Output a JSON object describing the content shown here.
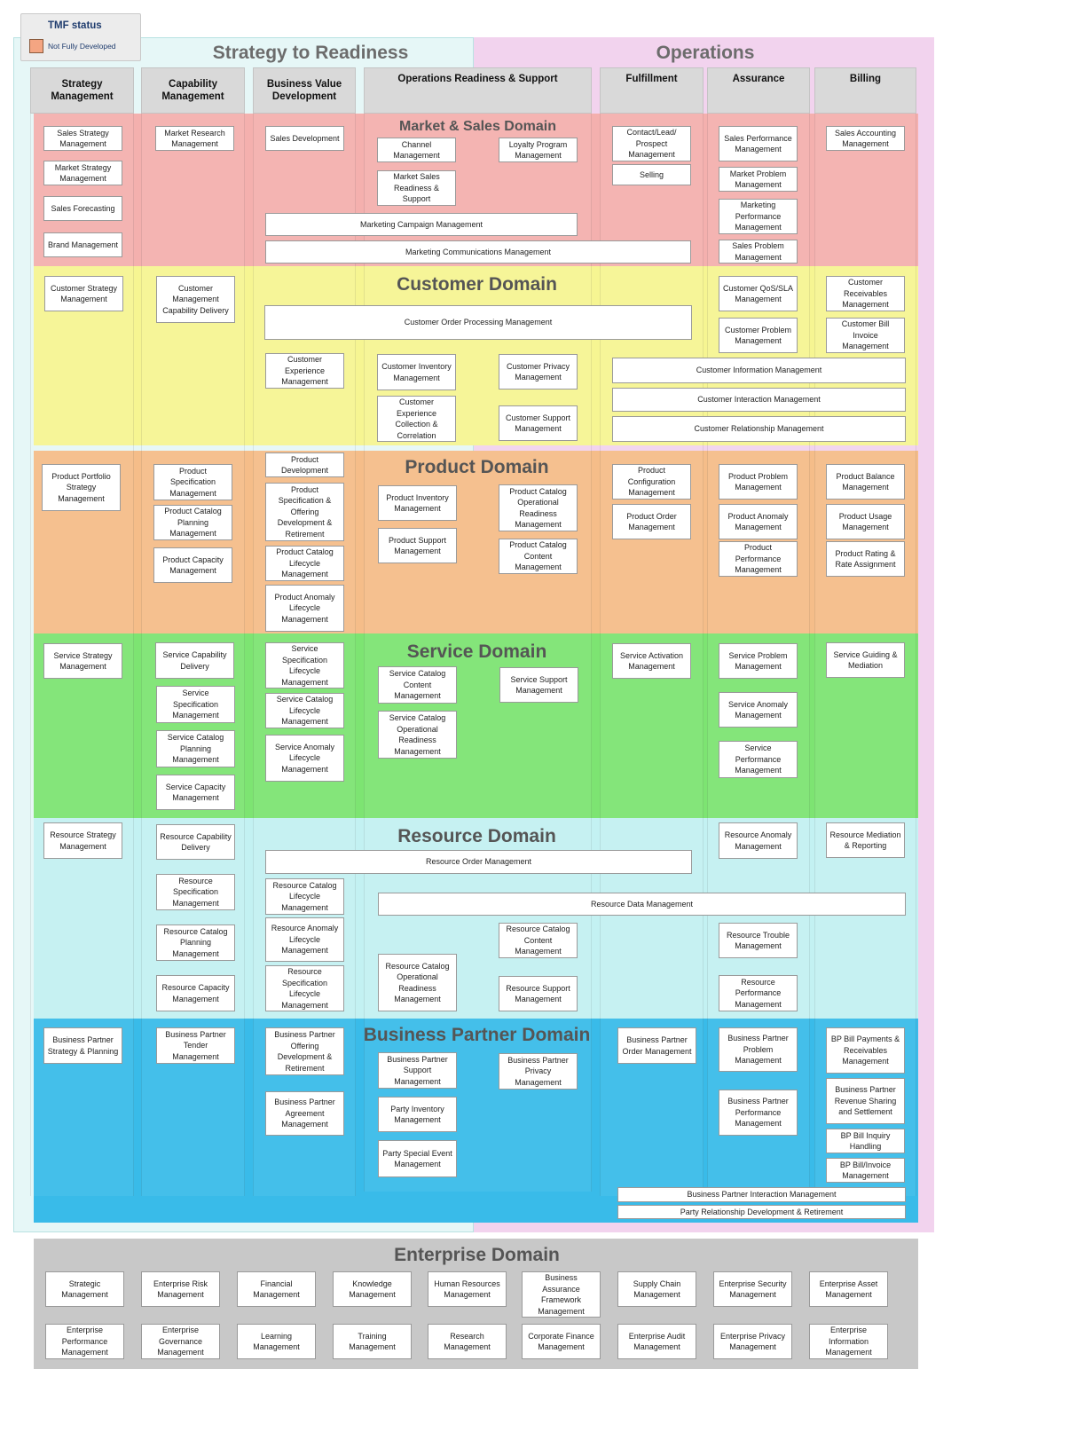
{
  "legend": {
    "title": "TMF status",
    "status_label": "Not Fully Developed",
    "status_color": "#f4a582"
  },
  "sections": {
    "strategy": "Strategy to Readiness",
    "operations": "Operations"
  },
  "columns": [
    {
      "id": "sm",
      "label": "Strategy Management"
    },
    {
      "id": "cm",
      "label": "Capability Management"
    },
    {
      "id": "bvd",
      "label": "Business Value Development"
    },
    {
      "id": "ors",
      "label": "Operations Readiness & Support"
    },
    {
      "id": "ful",
      "label": "Fulfillment"
    },
    {
      "id": "ass",
      "label": "Assurance"
    },
    {
      "id": "bil",
      "label": "Billing"
    }
  ],
  "domains": [
    {
      "id": "market",
      "title": "Market & Sales Domain",
      "color": "#f4b0ae"
    },
    {
      "id": "customer",
      "title": "Customer Domain",
      "color": "#f6f592"
    },
    {
      "id": "product",
      "title": "Product Domain",
      "color": "#f5bd89"
    },
    {
      "id": "service",
      "title": "Service Domain",
      "color": "#7de472"
    },
    {
      "id": "resource",
      "title": "Resource Domain",
      "color": "#c3f1f2"
    },
    {
      "id": "bp",
      "title": "Business Partner Domain",
      "color": "#39bbe9"
    }
  ],
  "boxes": {
    "market": [
      "Sales Strategy Management",
      "Market Strategy Management",
      "Sales Forecasting",
      "Brand Management",
      "Market Research Management",
      "Sales Development",
      "Channel Management",
      "Market Sales Readiness & Support",
      "Loyalty Program Management",
      "Marketing Campaign Management",
      "Marketing Communications Management",
      "Contact/Lead/ Prospect Management",
      "Selling",
      "Sales Performance Management",
      "Market Problem Management",
      "Marketing Performance Management",
      "Sales Problem Management",
      "Sales Accounting Management"
    ],
    "customer": [
      "Customer Strategy Management",
      "Customer Management Capability Delivery",
      "Customer Order Processing Management",
      "Customer Experience Management",
      "Customer Inventory Management",
      "Customer Experience Collection & Correlation",
      "Customer Privacy Management",
      "Customer Support Management",
      "Customer QoS/SLA Management",
      "Customer Problem Management",
      "Customer Receivables Management",
      "Customer Bill Invoice Management",
      "Customer Information Management",
      "Customer Interaction Management",
      "Customer Relationship Management"
    ],
    "product": [
      "Product Portfolio Strategy Management",
      "Product Specification Management",
      "Product Catalog Planning Management",
      "Product Capacity Management",
      "Product Development",
      "Product Specification & Offering Development & Retirement",
      "Product Catalog Lifecycle Management",
      "Product Anomaly Lifecycle Management",
      "Product Inventory Management",
      "Product Support Management",
      "Product Catalog Operational Readiness Management",
      "Product Catalog Content Management",
      "Product Configuration Management",
      "Product Order Management",
      "Product Problem Management",
      "Product Anomaly Management",
      "Product Performance Management",
      "Product Balance Management",
      "Product Usage Management",
      "Product Rating & Rate Assignment"
    ],
    "service": [
      "Service Strategy Management",
      "Service Capability Delivery",
      "Service Specification Management",
      "Service Catalog Planning Management",
      "Service Capacity Management",
      "Service Specification Lifecycle Management",
      "Service Catalog Lifecycle Management",
      "Service Anomaly Lifecycle Management",
      "Service Catalog Content Management",
      "Service Catalog Operational Readiness Management",
      "Service Support Management",
      "Service Activation Management",
      "Service Problem Management",
      "Service Anomaly Management",
      "Service Performance Management",
      "Service Guiding & Mediation"
    ],
    "resource": [
      "Resource Strategy Management",
      "Resource Capability Delivery",
      "Resource Specification Management",
      "Resource Catalog Planning Management",
      "Resource Capacity Management",
      "Resource Order Management",
      "Resource Catalog Lifecycle Management",
      "Resource Anomaly Lifecycle Management",
      "Resource Specification Lifecycle Management",
      "Resource Data Management",
      "Resource Catalog Content Management",
      "Resource Catalog Operational Readiness Management",
      "Resource Support Management",
      "Resource Anomaly Management",
      "Resource Trouble Management",
      "Resource Performance Management",
      "Resource Mediation & Reporting"
    ],
    "bp": [
      "Business Partner Strategy & Planning",
      "Business Partner Tender Management",
      "Business Partner Offering Development & Retirement",
      "Business Partner Agreement Management",
      "Business Partner Support Management",
      "Party Inventory Management",
      "Party Special Event Management",
      "Business Partner Privacy Management",
      "Business Partner Order Management",
      "Business Partner Problem Management",
      "Business Partner Performance Management",
      "BP Bill Payments & Receivables Management",
      "Business Partner Revenue Sharing and Settlement",
      "BP Bill Inquiry Handling",
      "BP Bill/Invoice Management",
      "Business Partner Interaction Management",
      "Party Relationship Development & Retirement"
    ]
  },
  "enterprise": {
    "title": "Enterprise Domain",
    "color": "#c8c8c8",
    "row1": [
      "Strategic Management",
      "Enterprise Risk Management",
      "Financial Management",
      "Knowledge Management",
      "Human Resources Management",
      "Business Assurance Framework Management",
      "Supply Chain Management",
      "Enterprise Security Management",
      "Enterprise Asset Management"
    ],
    "row2": [
      "Enterprise Performance Management",
      "Enterprise Governance Management",
      "Learning Management",
      "Training Management",
      "Research Management",
      "Corporate Finance Management",
      "Enterprise Audit Management",
      "Enterprise Privacy Management",
      "Enterprise Information Management"
    ]
  }
}
